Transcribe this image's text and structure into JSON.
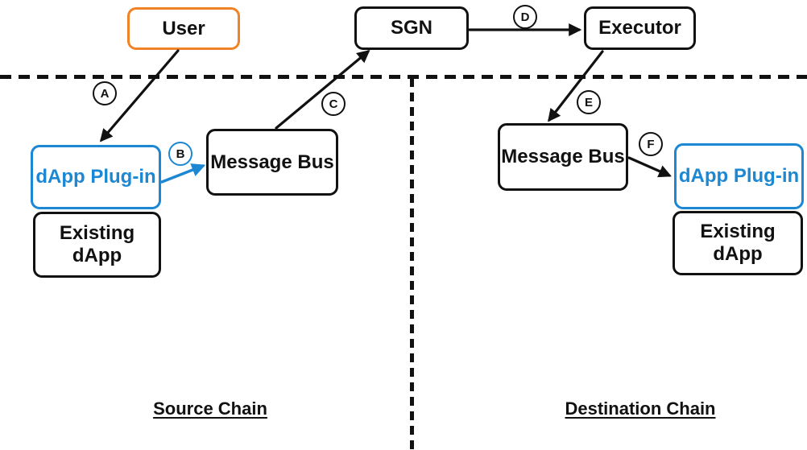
{
  "boxes": {
    "user": "User",
    "sgn": "SGN",
    "executor": "Executor",
    "source_message_bus": "Message Bus",
    "source_dapp_plugin": "dApp Plug-in",
    "source_existing_dapp": "Existing\ndApp",
    "dest_message_bus": "Message Bus",
    "dest_dapp_plugin": "dApp Plug-in",
    "dest_existing_dapp": "Existing\ndApp"
  },
  "steps": {
    "a": "A",
    "b": "B",
    "c": "C",
    "d": "D",
    "e": "E",
    "f": "F"
  },
  "regions": {
    "source": "Source Chain",
    "destination": "Destination Chain"
  },
  "colors": {
    "ink": "#111111",
    "orange": "#F08327",
    "blue": "#1C87D2"
  }
}
